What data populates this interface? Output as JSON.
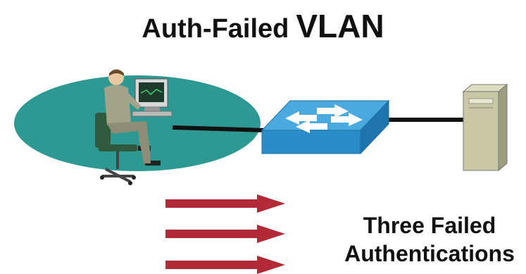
{
  "title": {
    "part1": "Auth-Failed",
    "part2": "VLAN"
  },
  "caption": {
    "line1": "Three Failed",
    "line2": "Authentications"
  },
  "colors": {
    "ellipse": "#2e9993",
    "switch_top": "#4aa9df",
    "switch_front": "#2a8cc8",
    "arrow": "#b22a37",
    "server": "#c9c7a6"
  },
  "icons": [
    "user-workstation-icon",
    "switch-icon",
    "server-icon",
    "arrow-icon"
  ]
}
